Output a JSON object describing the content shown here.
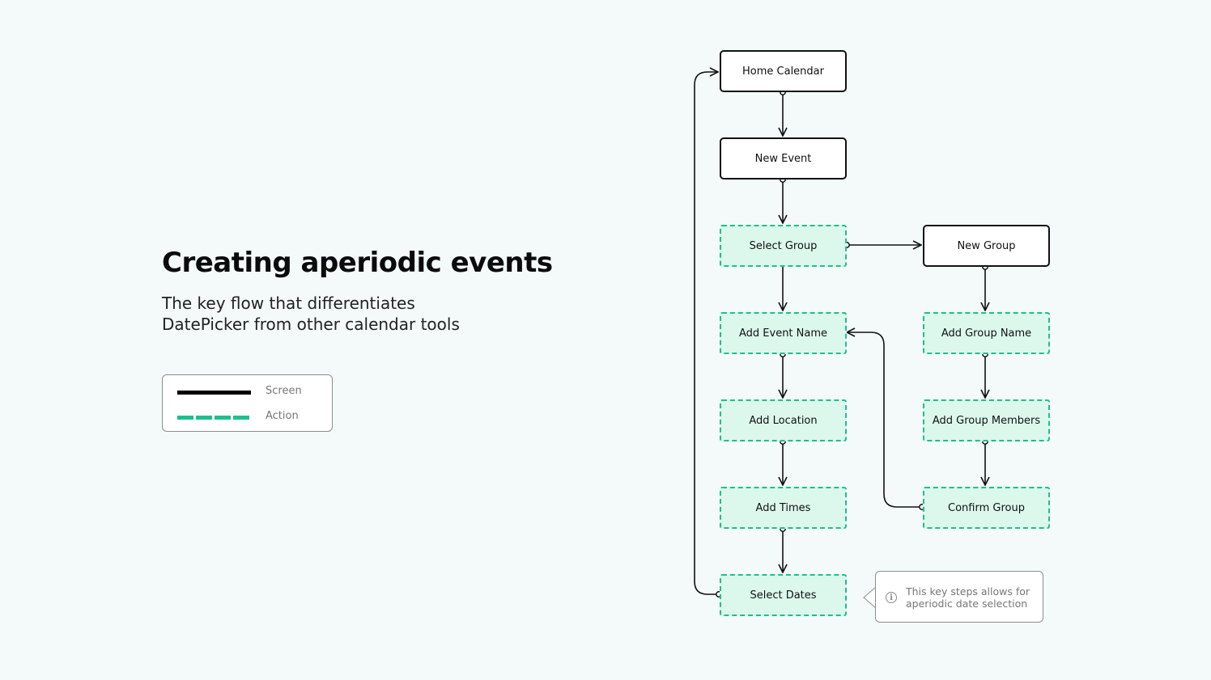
{
  "header": {
    "title": "Creating aperiodic events",
    "subtitle_line1": "The key flow that differentiates",
    "subtitle_line2": "DatePicker from other calendar tools"
  },
  "legend": {
    "screen_label": "Screen",
    "action_label": "Action"
  },
  "colors": {
    "screen_border": "#111111",
    "action_border": "#1fbf8f",
    "action_fill": "#dcf8ec",
    "background": "#f4f9f9"
  },
  "nodes": {
    "home_calendar": "Home Calendar",
    "new_event": "New Event",
    "select_group": "Select Group",
    "new_group": "New Group",
    "add_event_name": "Add Event Name",
    "add_group_name": "Add Group Name",
    "add_location": "Add Location",
    "add_group_members": "Add Group Members",
    "add_times": "Add Times",
    "confirm_group": "Confirm Group",
    "select_dates": "Select Dates"
  },
  "callout": {
    "icon": "info-icon",
    "line1": "This key steps allows for",
    "line2": "aperiodic date selection"
  }
}
